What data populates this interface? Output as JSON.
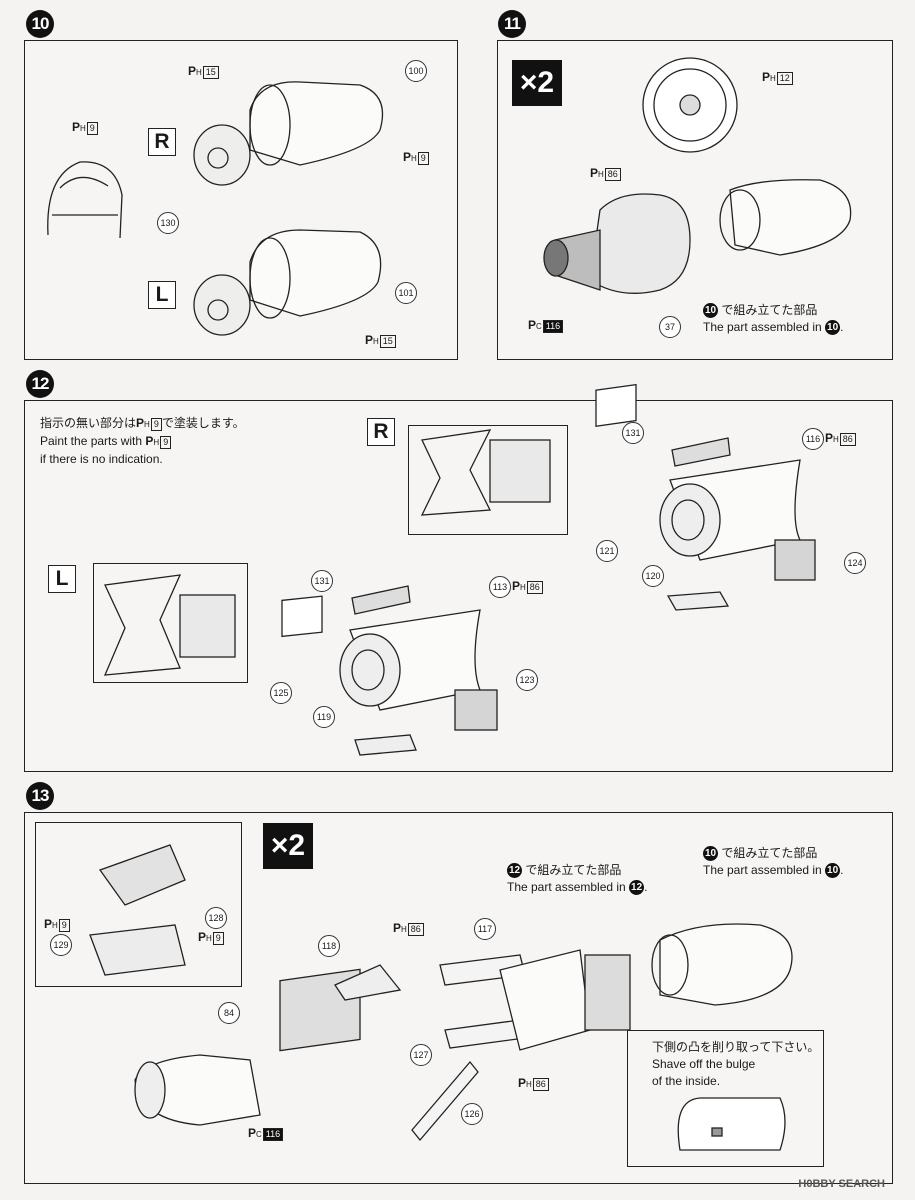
{
  "steps": {
    "s10": {
      "num": "10"
    },
    "s11": {
      "num": "11",
      "qty": "×2",
      "note_jp": "で組み立てた部品",
      "note_en": "The part assembled in",
      "ref": "10"
    },
    "s12": {
      "num": "12",
      "note_jp": "指示の無い部分は",
      "note_jp2": "で塗装します。",
      "note_en": "Paint the parts with",
      "note_en2": "if there is no indication.",
      "r_label": "R",
      "l_label": "L"
    },
    "s13": {
      "num": "13",
      "qty": "×2",
      "note12_jp": "で組み立てた部品",
      "note12_en": "The part assembled in",
      "ref12": "12",
      "note10_jp": "で組み立てた部品",
      "note10_en": "The part assembled in",
      "ref10": "10",
      "shave_jp": "下側の凸を削り取って下さい。",
      "shave_en1": "Shave off the bulge",
      "shave_en2": "of the inside."
    }
  },
  "labels": {
    "r": "R",
    "l": "L"
  },
  "paint_prefix": "P",
  "paint_sub_h": "H",
  "paint_sub_c": "C",
  "paint_codes": {
    "h15": "15",
    "h9": "9",
    "h12": "12",
    "h86": "86",
    "c116": "116"
  },
  "part_numbers": {
    "p100": "100",
    "p101": "101",
    "p130": "130",
    "p37": "37",
    "p131": "131",
    "p116": "116",
    "p121": "121",
    "p120": "120",
    "p124": "124",
    "p113": "113",
    "p125": "125",
    "p119": "119",
    "p123": "123",
    "p128": "128",
    "p129": "129",
    "p118": "118",
    "p117": "117",
    "p84": "84",
    "p127": "127",
    "p126": "126"
  },
  "watermark": "H0BBY SEARCH"
}
